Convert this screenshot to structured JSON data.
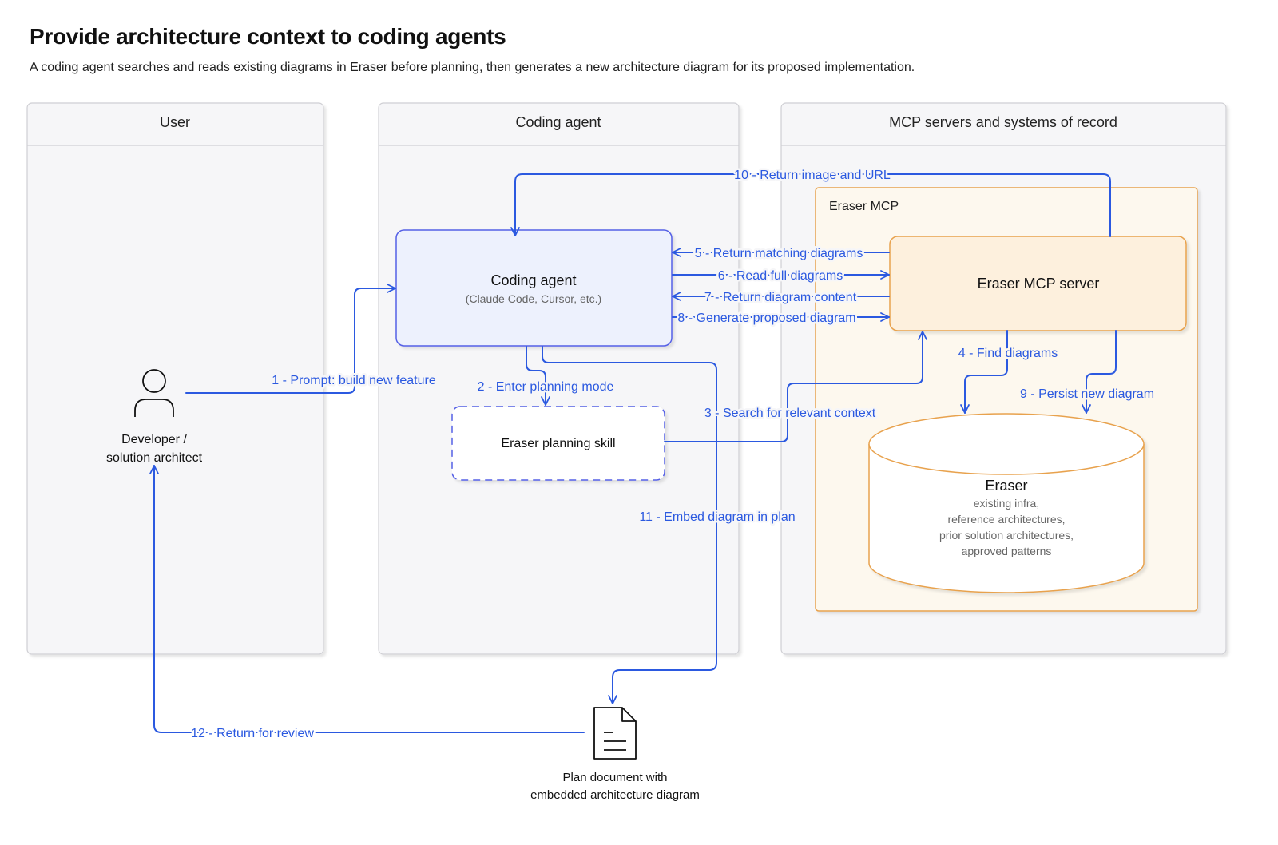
{
  "page": {
    "title": "Provide architecture context to coding agents",
    "subtitle": "A coding agent searches and reads existing diagrams in Eraser before planning, then generates a new architecture diagram for its proposed implementation."
  },
  "lanes": {
    "user": "User",
    "agent": "Coding agent",
    "mcp": "MCP servers and systems of record"
  },
  "nodes": {
    "developer_line1": "Developer /",
    "developer_line2": "solution architect",
    "coding_agent_title": "Coding agent",
    "coding_agent_sub": "(Claude Code, Cursor, etc.)",
    "planning_skill": "Eraser planning skill",
    "eraser_mcp_group": "Eraser MCP",
    "mcp_server": "Eraser MCP server",
    "eraser_db_title": "Eraser",
    "eraser_db_lines": [
      "existing infra,",
      "reference architectures,",
      "prior solution architectures,",
      "approved patterns"
    ],
    "plan_doc_line1": "Plan document with",
    "plan_doc_line2": "embedded architecture diagram"
  },
  "edges": {
    "e1": "1 - Prompt: build new feature",
    "e2": "2 - Enter planning mode",
    "e3": "3 - Search for relevant context",
    "e4": "4 - Find diagrams",
    "e5": "5 - Return matching diagrams",
    "e6": "6 - Read full diagrams",
    "e7": "7 - Return diagram content",
    "e8": "8 - Generate proposed diagram",
    "e9": "9 - Persist new diagram",
    "e10": "10 - Return image and URL",
    "e11": "11 - Embed diagram in plan",
    "e12": "12 - Return for review"
  },
  "colors": {
    "edge": "#2b59e0",
    "agent_fill": "#edf1fd",
    "agent_stroke": "#5560e6",
    "mcp_fill": "#fdf0dd",
    "mcp_stroke": "#e8a24e",
    "group_fill": "#fdf8ee",
    "lane_fill": "#f6f6f8",
    "lane_stroke": "#cfcfd4"
  },
  "icons": {
    "developer": "person-icon",
    "plan": "document-icon"
  }
}
